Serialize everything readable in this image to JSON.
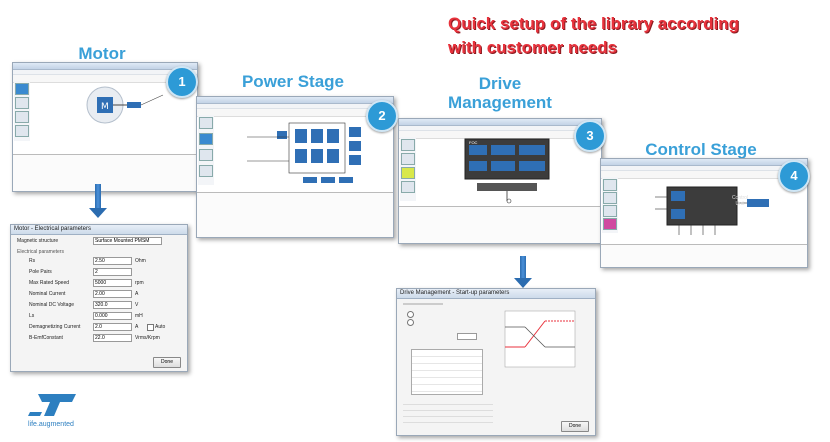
{
  "headline": {
    "line1": "Quick setup of the library according",
    "line2": "with customer needs"
  },
  "stages": [
    {
      "title": "Motor",
      "number": "1"
    },
    {
      "title": "Power Stage",
      "number": "2"
    },
    {
      "title": "Drive Management",
      "title_line1": "Drive",
      "title_line2": "Management",
      "number": "3"
    },
    {
      "title": "Control Stage",
      "number": "4"
    }
  ],
  "motor_dialog": {
    "title": "Motor - Electrical parameters",
    "magnetic_structure_label": "Magnetic structure",
    "magnetic_structure_value": "Surface Mounted PMSM",
    "section_label": "Electrical parameters",
    "params": [
      {
        "label": "Rs",
        "value": "2.50",
        "unit": "Ohm"
      },
      {
        "label": "Pole Pairs",
        "value": "2",
        "unit": ""
      },
      {
        "label": "Max Rated Speed",
        "value": "5000",
        "unit": "rpm"
      },
      {
        "label": "Nominal Current",
        "value": "2.00",
        "unit": "A"
      },
      {
        "label": "Nominal DC Voltage",
        "value": "320.0",
        "unit": "V"
      },
      {
        "label": "Ls",
        "value": "0.000",
        "unit": "mH"
      },
      {
        "label": "Demagnetizing Current",
        "value": "2.0",
        "unit": "A"
      },
      {
        "label": "B-EmfConstant",
        "value": "22.0",
        "unit": "Vrms/Krpm"
      }
    ],
    "auto_label": "Auto",
    "done_label": "Done"
  },
  "drive_dialog": {
    "title": "Drive Management - Start-up parameters",
    "start_label": "Done"
  },
  "control_stage": {
    "block_label_line1": "Control",
    "block_label_line2": "Unit"
  },
  "drive_block": {
    "label": "FOC"
  },
  "logo": {
    "brand": "ST",
    "tagline": "life.augmented"
  },
  "colors": {
    "accent_blue": "#3aa0d8",
    "headline_red": "#e8323c",
    "block_blue": "#2f6fb5"
  }
}
